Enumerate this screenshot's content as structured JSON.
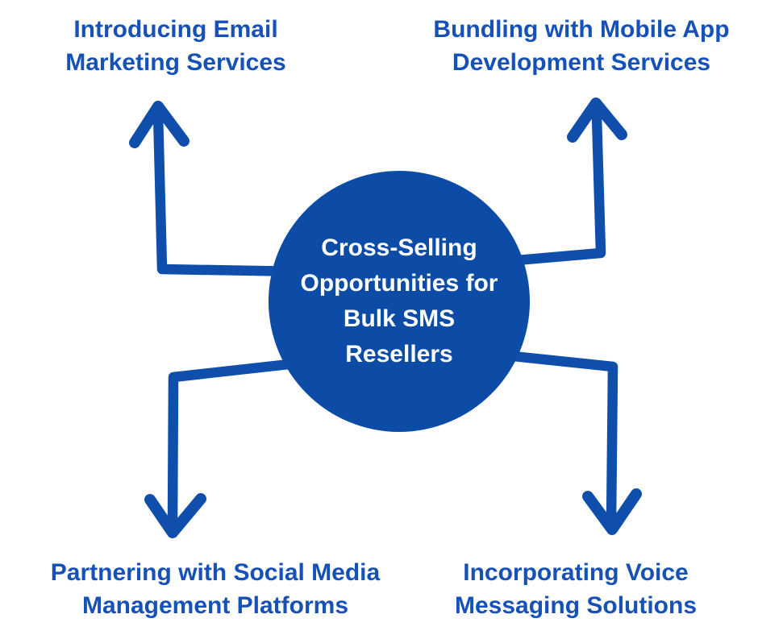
{
  "diagram": {
    "type": "radial-spider-diagram",
    "title": "Cross-Selling Opportunities for Bulk SMS Resellers"
  },
  "colors": {
    "background": "#ffffff",
    "circle_fill": "#0d4ca6",
    "arrow_stroke": "#0f4fab",
    "label_text": "#1551b7",
    "circle_text": "#ffffff"
  },
  "center": {
    "lines": [
      "Cross-Selling",
      "Opportunities for",
      "Bulk SMS",
      "Resellers"
    ]
  },
  "nodes": {
    "top_left": {
      "label": "Introducing Email Marketing Services",
      "lines": [
        "Introducing Email",
        "Marketing Services"
      ]
    },
    "top_right": {
      "label": "Bundling with Mobile App Development Services",
      "lines": [
        "Bundling with Mobile App",
        "Development Services"
      ]
    },
    "bottom_left": {
      "label": "Partnering with Social Media Management Platforms",
      "lines": [
        "Partnering with Social Media",
        "Management Platforms"
      ]
    },
    "bottom_right": {
      "label": "Incorporating Voice Messaging Solutions",
      "lines": [
        "Incorporating Voice",
        "Messaging Solutions"
      ]
    }
  },
  "arrows": [
    {
      "name": "arrow-top-left",
      "direction": "up",
      "from": "center",
      "to": "top_left"
    },
    {
      "name": "arrow-top-right",
      "direction": "up",
      "from": "center",
      "to": "top_right"
    },
    {
      "name": "arrow-bottom-left",
      "direction": "down",
      "from": "center",
      "to": "bottom_left"
    },
    {
      "name": "arrow-bottom-right",
      "direction": "down",
      "from": "center",
      "to": "bottom_right"
    }
  ]
}
